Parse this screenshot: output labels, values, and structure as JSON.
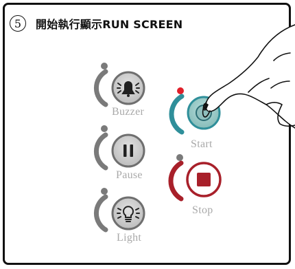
{
  "header": {
    "step_number": "5",
    "title": "開始執行顯示RUN SCREEN"
  },
  "buttons": {
    "buzzer": {
      "label": "Buzzer",
      "icon": "bell-icon"
    },
    "start": {
      "label": "Start",
      "icon": "start-icon"
    },
    "pause": {
      "label": "Pause",
      "icon": "pause-icon"
    },
    "stop": {
      "label": "Stop",
      "icon": "stop-icon"
    },
    "light": {
      "label": "Light",
      "icon": "light-bulb-icon"
    }
  },
  "colors": {
    "arc_gray": "#7a7a7a",
    "button_fill": "#c9c9c9",
    "start_teal": "#2f8f9a",
    "start_fill": "#9cc9c6",
    "stop_red": "#a8202a",
    "indicator_red": "#e0202a",
    "label_gray": "#a9a9a9"
  }
}
